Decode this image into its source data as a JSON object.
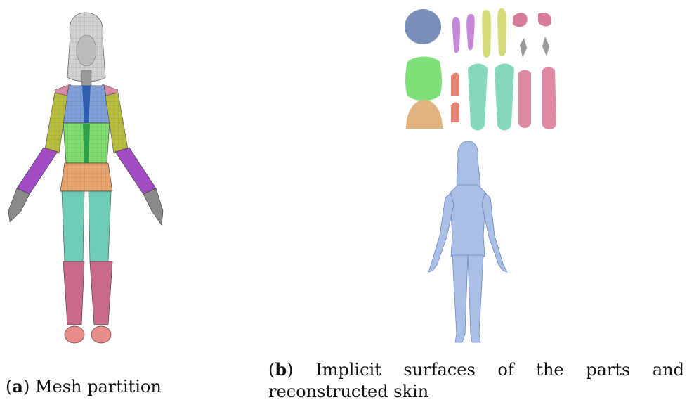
{
  "figure": {
    "panel_a": {
      "caption_label": "a",
      "caption_text": "Mesh partition"
    },
    "panel_b": {
      "caption_label": "b",
      "caption_text": "Implicit surfaces of the parts and reconstructed skin"
    }
  },
  "colors": {
    "head_wire": "#c9c9c9",
    "torso_blue": "#7f9fd9",
    "spine_blue": "#2e5fae",
    "shoulder_pink": "#d98aa6",
    "upper_arm_olive": "#b8bd3e",
    "forearm_purple": "#a24cc4",
    "hand_gray": "#8a8a8a",
    "abdomen_green": "#7fdc6e",
    "hip_orange": "#e8a46c",
    "thigh_teal": "#5fc7b0",
    "shin_mauve": "#c96a8a",
    "foot_salmon": "#e98c8c",
    "skin_blue": "#a9bfe6",
    "head_blob": "#7a8fb8",
    "purple_part": "#c48ad8",
    "olive_part": "#d4dc7a",
    "pink_part": "#d77b9a",
    "green_part": "#7fe07a",
    "tan_part": "#e1b37f",
    "salmon_part": "#e58577",
    "teal_part": "#86d8bb",
    "rose_part": "#de8aa2"
  }
}
